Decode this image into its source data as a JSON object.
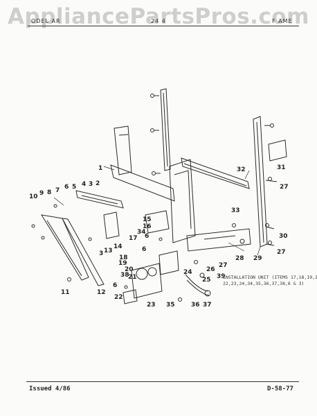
{
  "watermark": "AppliancePartsPros.com",
  "header": {
    "left": "ODEL AR",
    "mid": "24 4",
    "right": "F AME"
  },
  "callouts": [
    "1",
    "2",
    "3",
    "4",
    "5",
    "6",
    "7",
    "8",
    "9",
    "10",
    "11",
    "12",
    "13",
    "14",
    "15",
    "16",
    "17",
    "18",
    "19",
    "20",
    "21",
    "22",
    "23",
    "24",
    "25",
    "26",
    "27",
    "27",
    "27",
    "28",
    "29",
    "30",
    "31",
    "32",
    "33",
    "34",
    "35",
    "36",
    "37",
    "38",
    "39",
    "3",
    "6",
    "6",
    "6"
  ],
  "installation_note_line1": "INSTALLATION UNIT (ITEMS 17,18,19,20,21",
  "installation_note_line2": "22,23,24,34,35,36,37,38,6 & 3)",
  "footer": {
    "issued": "Issued 4/86",
    "page_code": "D-58-77"
  }
}
